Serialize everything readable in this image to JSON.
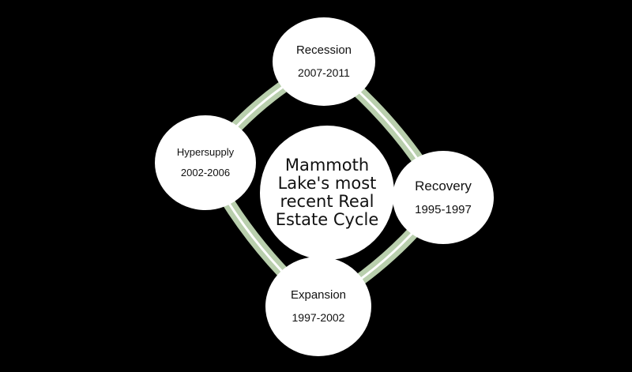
{
  "diagram": {
    "center_label": "Mammoth Lake's most recent Real Estate Cycle",
    "ring_color": "#b9cfad",
    "ring_inner_color": "#ffffff",
    "background": "#000000",
    "stages": [
      {
        "id": "recession",
        "label": "Recession",
        "years": "2007-2011"
      },
      {
        "id": "recovery",
        "label": "Recovery",
        "years": "1995-1997"
      },
      {
        "id": "expansion",
        "label": "Expansion",
        "years": "1997-2002"
      },
      {
        "id": "hypersupply",
        "label": "Hypersupply",
        "years": "2002-2006"
      }
    ]
  }
}
